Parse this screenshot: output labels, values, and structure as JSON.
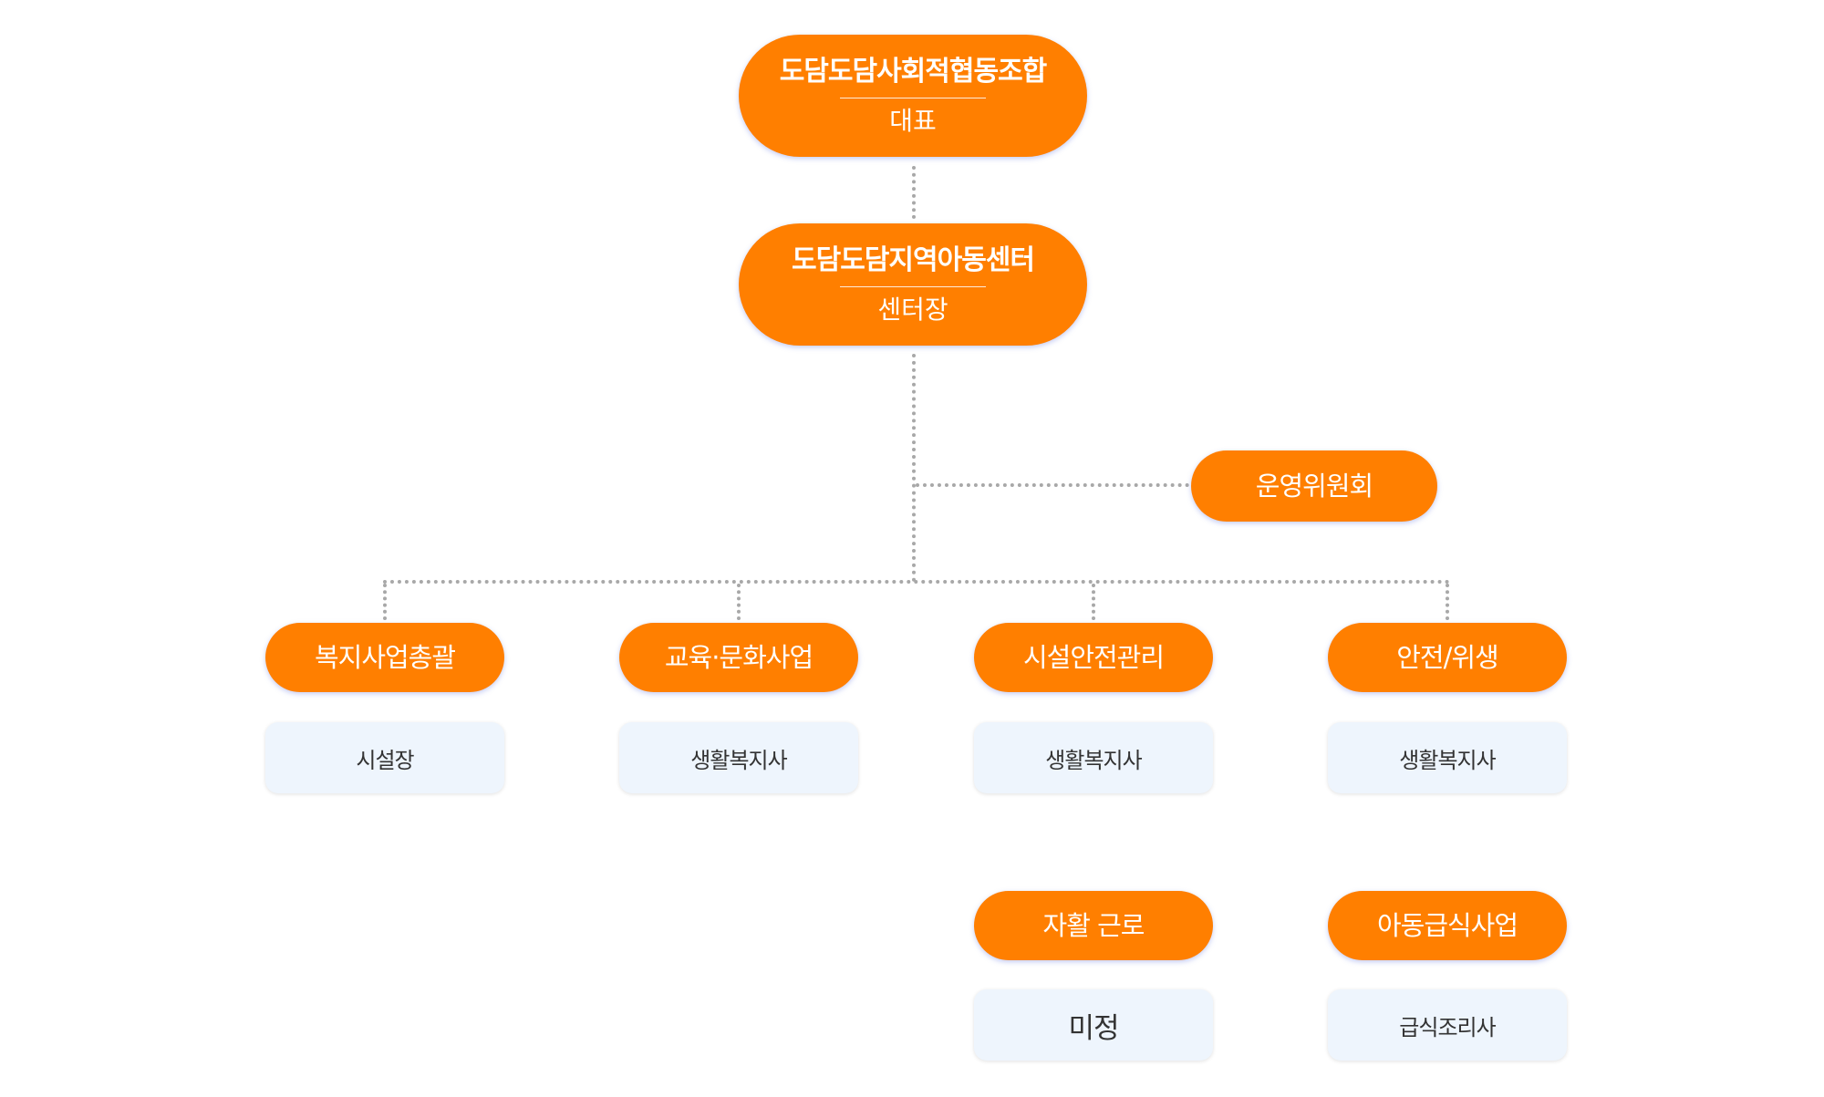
{
  "top": {
    "org": {
      "title": "도담도담사회적협동조합",
      "role": "대표"
    },
    "center": {
      "title": "도담도담지역아동센터",
      "role": "센터장"
    }
  },
  "committee": {
    "title": "운영위원회"
  },
  "departments": [
    {
      "title": "복지사업총괄",
      "staff": "시설장"
    },
    {
      "title": "교육·문화사업",
      "staff": "생활복지사"
    },
    {
      "title": "시설안전관리",
      "staff": "생활복지사"
    },
    {
      "title": "안전/위생",
      "staff": "생활복지사"
    }
  ],
  "sub_departments": [
    {
      "title": "자활 근로",
      "staff": "미정"
    },
    {
      "title": "아동급식사업",
      "staff": "급식조리사"
    }
  ],
  "colors": {
    "accent": "#FF7F00",
    "staff_bg": "#EEF5FD",
    "connector": "#A8A8A8"
  }
}
